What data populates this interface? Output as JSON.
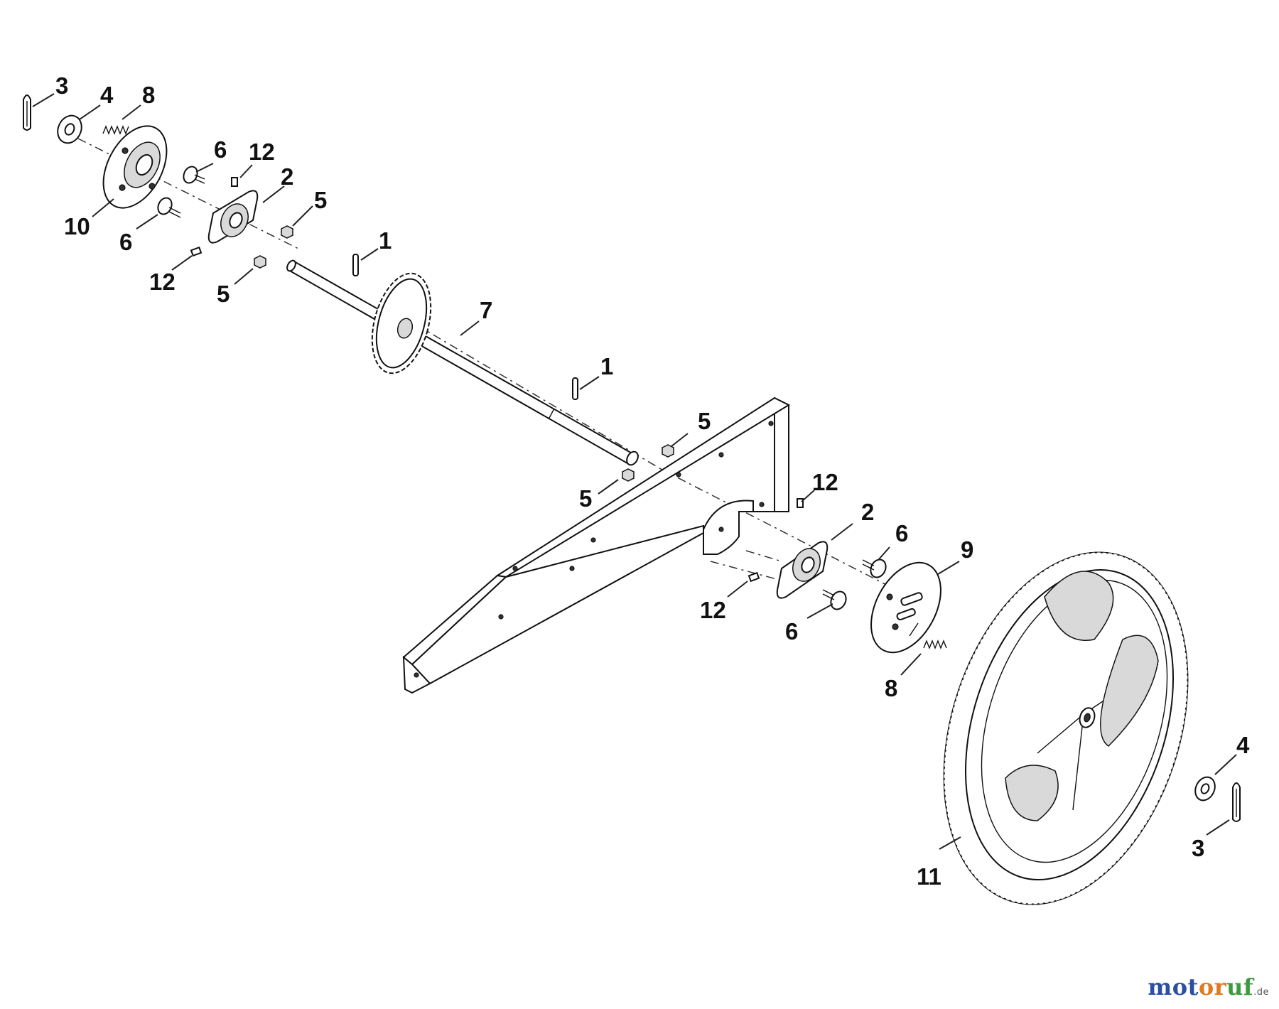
{
  "diagram": {
    "callouts": [
      {
        "id": "c1",
        "label": "3"
      },
      {
        "id": "c2",
        "label": "4"
      },
      {
        "id": "c3",
        "label": "8"
      },
      {
        "id": "c4",
        "label": "6"
      },
      {
        "id": "c5",
        "label": "12"
      },
      {
        "id": "c6",
        "label": "2"
      },
      {
        "id": "c7",
        "label": "5"
      },
      {
        "id": "c8",
        "label": "10"
      },
      {
        "id": "c9",
        "label": "6"
      },
      {
        "id": "c10",
        "label": "1"
      },
      {
        "id": "c11",
        "label": "12"
      },
      {
        "id": "c12",
        "label": "5"
      },
      {
        "id": "c13",
        "label": "7"
      },
      {
        "id": "c14",
        "label": "1"
      },
      {
        "id": "c15",
        "label": "5"
      },
      {
        "id": "c16",
        "label": "5"
      },
      {
        "id": "c17",
        "label": "12"
      },
      {
        "id": "c18",
        "label": "2"
      },
      {
        "id": "c19",
        "label": "6"
      },
      {
        "id": "c20",
        "label": "9"
      },
      {
        "id": "c21",
        "label": "12"
      },
      {
        "id": "c22",
        "label": "6"
      },
      {
        "id": "c23",
        "label": "8"
      },
      {
        "id": "c24",
        "label": "4"
      },
      {
        "id": "c25",
        "label": "3"
      },
      {
        "id": "c26",
        "label": "11"
      }
    ]
  },
  "watermark": {
    "part1": "mot",
    "part2": "or",
    "part3": "uf",
    "tld": ".de"
  }
}
